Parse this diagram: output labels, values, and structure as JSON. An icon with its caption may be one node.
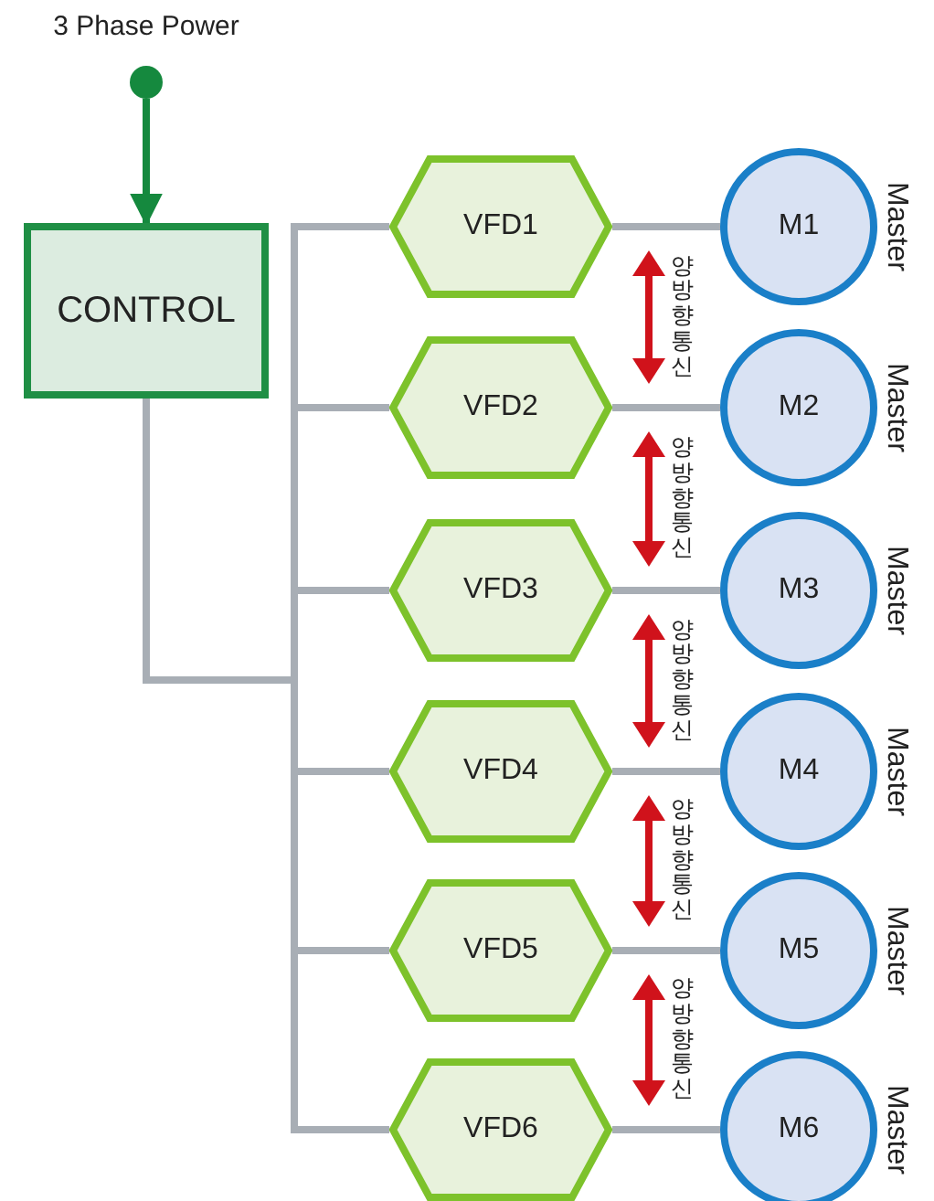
{
  "diagram": {
    "nodes": [
      {
        "text": [],
        "shape": "circle",
        "beside": [
          "3 Phase Power"
        ]
      },
      {
        "text": [
          "CONTROL"
        ]
      },
      {
        "text": [
          "VFD1"
        ]
      },
      {
        "text": [
          "VFD2"
        ]
      },
      {
        "text": [
          "VFD3"
        ]
      },
      {
        "text": [
          "VFD4"
        ]
      },
      {
        "text": [
          "VFD5"
        ]
      },
      {
        "text": [
          "VFD6"
        ]
      },
      {
        "text": [
          "M1"
        ],
        "beside": [
          "Master"
        ]
      },
      {
        "text": [
          "M2"
        ],
        "beside": [
          "Master"
        ]
      },
      {
        "text": [
          "M3"
        ],
        "beside": [
          "Master"
        ]
      },
      {
        "text": [
          "M4"
        ],
        "beside": [
          "Master"
        ]
      },
      {
        "text": [
          "M5"
        ],
        "beside": [
          "Master"
        ]
      },
      {
        "text": [
          "M6"
        ],
        "beside": [
          "Master"
        ]
      }
    ],
    "edges": [
      {
        "from": 0,
        "to": 1,
        "arrow": "to",
        "color": "#15893e"
      },
      {
        "from": 1,
        "to": 2,
        "arrow": "none"
      },
      {
        "from": 1,
        "to": 3,
        "arrow": "none"
      },
      {
        "from": 1,
        "to": 4,
        "arrow": "none"
      },
      {
        "from": 1,
        "to": 5,
        "arrow": "none"
      },
      {
        "from": 1,
        "to": 6,
        "arrow": "none"
      },
      {
        "from": 1,
        "to": 7,
        "arrow": "none"
      },
      {
        "from": 2,
        "to": 8,
        "arrow": "none"
      },
      {
        "from": 3,
        "to": 9,
        "arrow": "none"
      },
      {
        "from": 4,
        "to": 10,
        "arrow": "none"
      },
      {
        "from": 5,
        "to": 11,
        "arrow": "none"
      },
      {
        "from": 6,
        "to": 12,
        "arrow": "none"
      },
      {
        "from": 7,
        "to": 13,
        "arrow": "none"
      }
    ],
    "labels": [
      "양방향 통신",
      "양방향 통신",
      "양방향 통신",
      "양방향 통신",
      "양방향 통신"
    ]
  }
}
